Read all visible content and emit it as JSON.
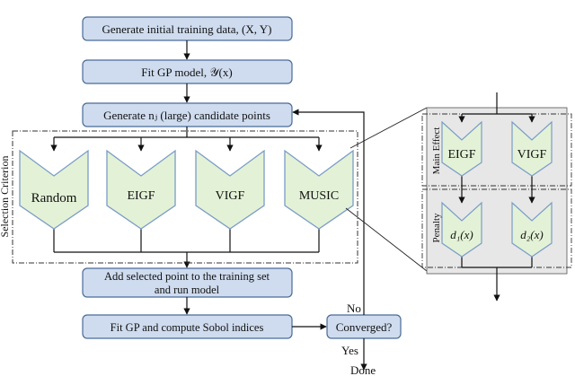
{
  "steps": {
    "generate_initial": "Generate initial training data, (X, Y)",
    "fit_gp": "Fit GP model, 𝒴(x)",
    "generate_candidates": "Generate nⱼ (large) candidate points",
    "add_point_line1": "Add selected point to the training set",
    "add_point_line2": "and run model",
    "fit_sobol": "Fit GP and compute Sobol indices"
  },
  "decision": {
    "label": "Converged?",
    "no": "No",
    "yes": "Yes",
    "done": "Done"
  },
  "selection": {
    "title": "Selection Criterion",
    "criteria": [
      "Random",
      "EIGF",
      "VIGF",
      "MUSIC"
    ]
  },
  "music_detail": {
    "main_effect_label": "Main Effect",
    "penalty_label": "Penalty",
    "main_effect_items": [
      "EIGF",
      "VIGF"
    ],
    "penalty_items": [
      "d₁(x)",
      "d₂(x)"
    ]
  },
  "colors": {
    "box_fill": "#cfdcef",
    "box_stroke": "#4a6b96",
    "chevron_fill": "#e3f2d6",
    "chevron_stroke": "#7a9cc8",
    "panel_fill": "#e7e7e7",
    "line": "#111111"
  }
}
